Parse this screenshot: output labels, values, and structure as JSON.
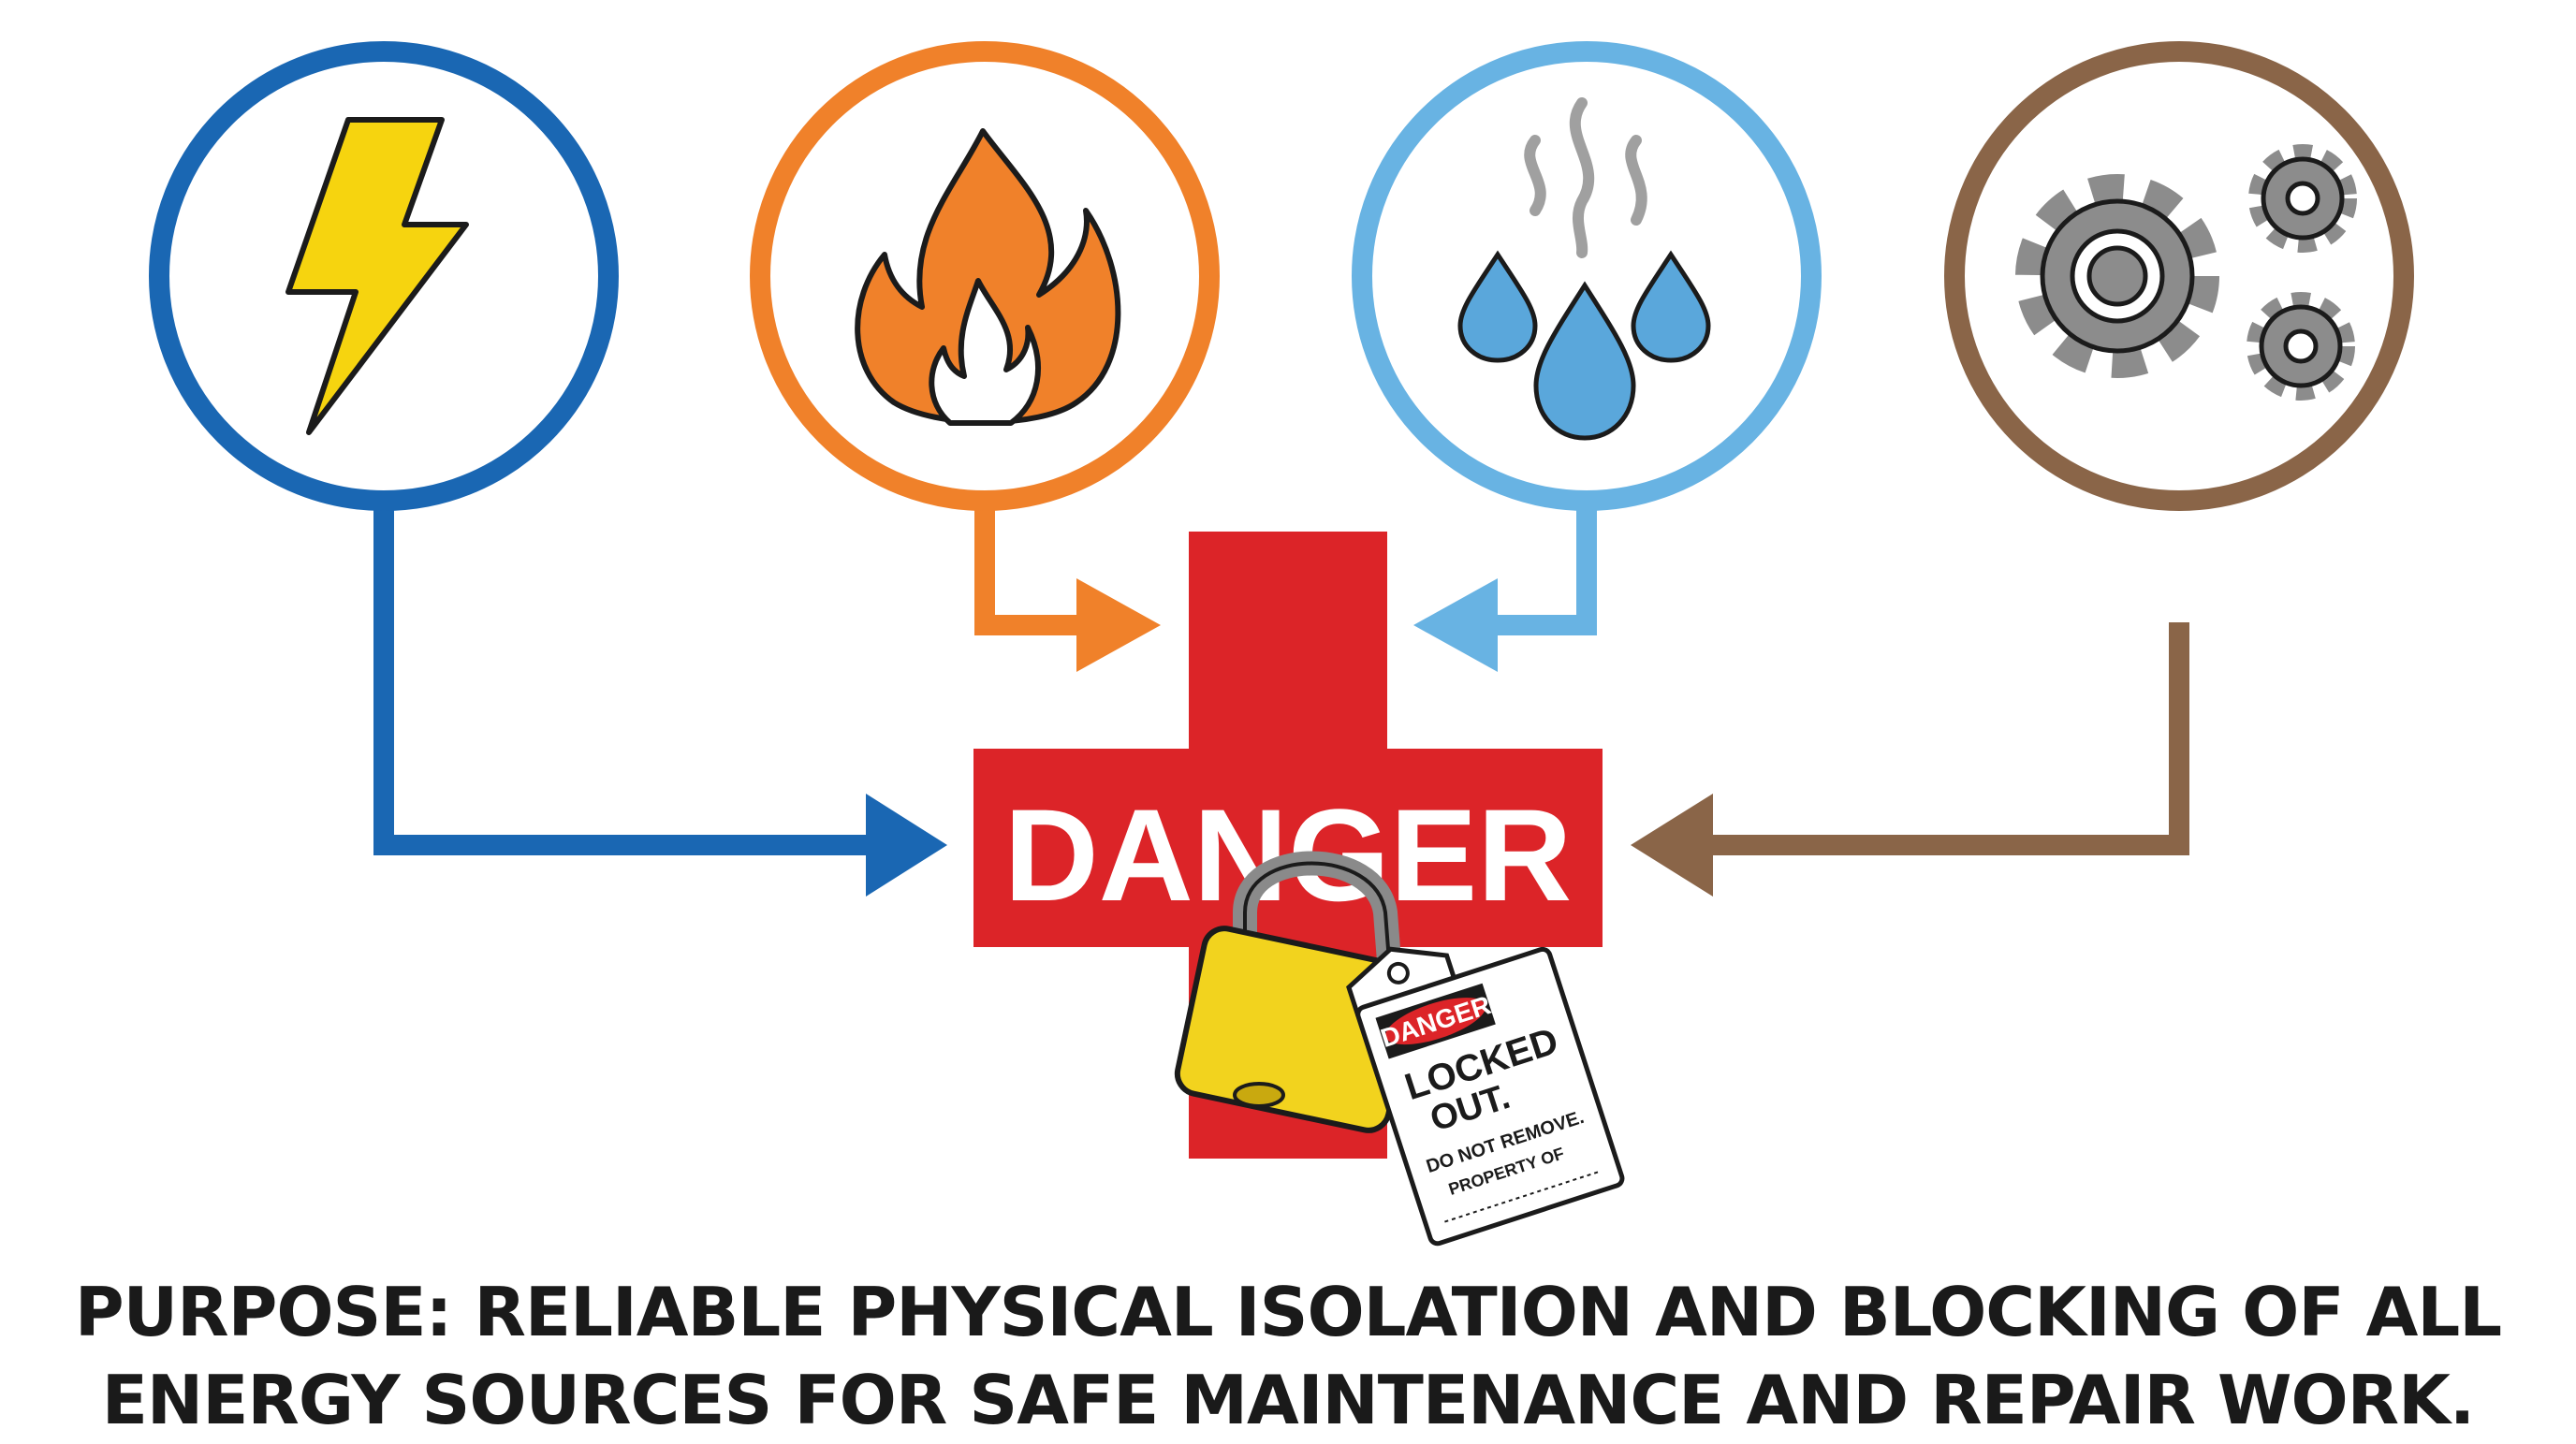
{
  "sources": [
    {
      "name": "electrical",
      "icon": "lightning-bolt-icon",
      "color": "#1a67b3"
    },
    {
      "name": "thermal",
      "icon": "flame-icon",
      "color": "#f0812a"
    },
    {
      "name": "hydraulic-steam",
      "icon": "water-drops-steam-icon",
      "color": "#68b3e3"
    },
    {
      "name": "mechanical",
      "icon": "gears-icon",
      "color": "#8a6548"
    }
  ],
  "center": {
    "label": "DANGER",
    "cross_color": "#dc2428",
    "padlock_color": "#f2d31e"
  },
  "tag": {
    "header": "DANGER",
    "line1": "LOCKED",
    "line2": "OUT.",
    "line3": "DO NOT REMOVE.",
    "line4": "PROPERTY OF"
  },
  "caption": {
    "line1": "PURPOSE: RELIABLE PHYSICAL ISOLATION AND BLOCKING OF ALL",
    "line2": "ENERGY SOURCES FOR SAFE MAINTENANCE AND REPAIR WORK."
  }
}
